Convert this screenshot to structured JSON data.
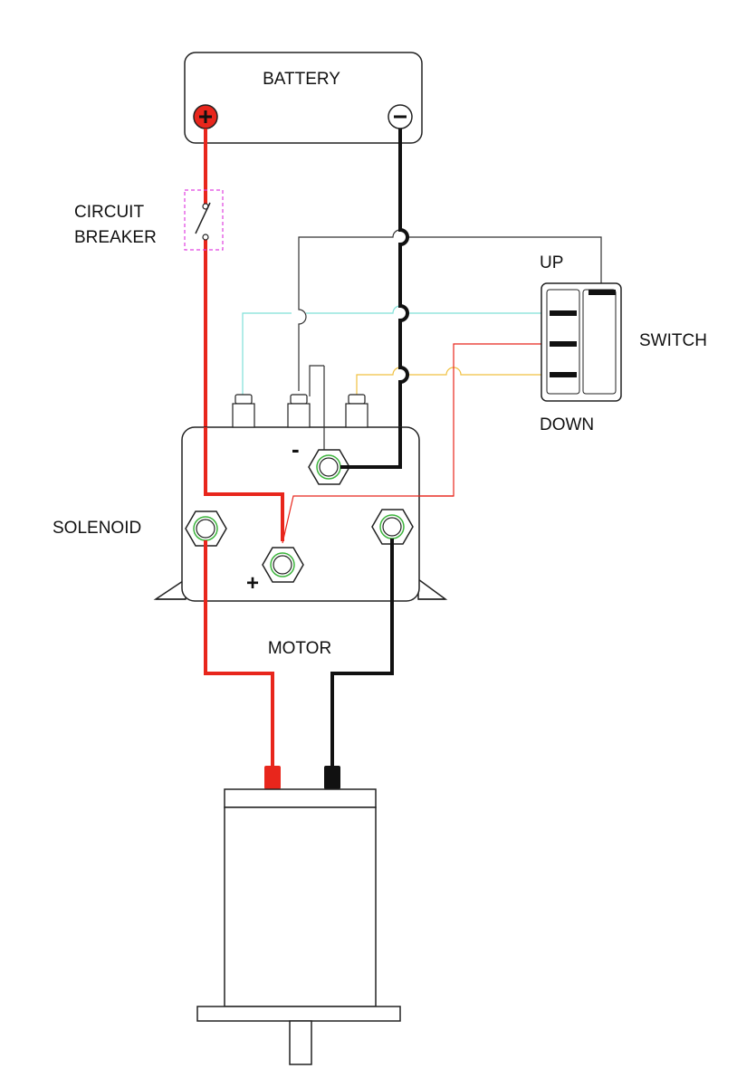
{
  "labels": {
    "battery": "BATTERY",
    "circuit_breaker_line1": "CIRCUIT",
    "circuit_breaker_line2": "BREAKER",
    "switch": "SWITCH",
    "switch_up": "UP",
    "switch_down": "DOWN",
    "solenoid": "SOLENOID",
    "solenoid_minus": "-",
    "solenoid_plus": "+",
    "motor": "MOTOR"
  },
  "colors": {
    "positive_wire": "#e8261c",
    "negative_wire": "#111111",
    "breaker_outline": "#e040e0",
    "up_wire": "#7fe0d8",
    "down_wire": "#f0c040",
    "control_wire": "#e8261c",
    "stud_ring": "#3cb43c"
  }
}
